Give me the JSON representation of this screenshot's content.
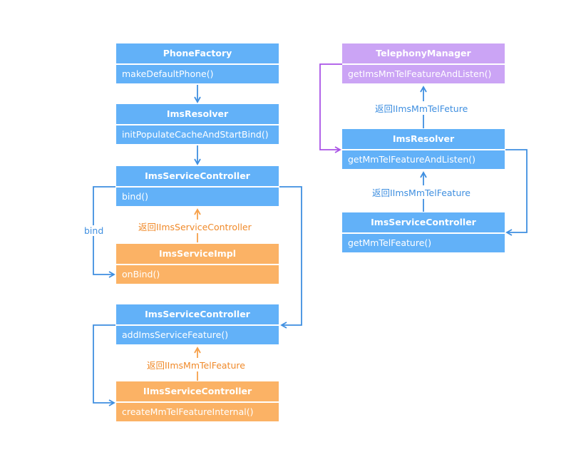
{
  "boxes": {
    "phone_factory": {
      "title": "PhoneFactory",
      "method": "makeDefaultPhone()"
    },
    "ims_resolver_left": {
      "title": "ImsResolver",
      "method": "initPopulateCacheAndStartBind()"
    },
    "ims_service_controller_1": {
      "title": "ImsServiceController",
      "method": "bind()"
    },
    "ims_service_impl": {
      "title": "ImsServiceImpl",
      "method": "onBind()"
    },
    "ims_service_controller_2": {
      "title": "ImsServiceController",
      "method": "addImsServiceFeature()"
    },
    "iims_service_controller": {
      "title": "IImsServiceController",
      "method": "createMmTelFeatureInternal()"
    },
    "telephony_manager": {
      "title": "TelephonyManager",
      "method": "getImsMmTelFeatureAndListen()"
    },
    "ims_resolver_right": {
      "title": "ImsResolver",
      "method": "getMmTelFeatureAndListen()"
    },
    "ims_service_controller_right": {
      "title": "ImsServiceController",
      "method": "getMmTelFeature()"
    }
  },
  "labels": {
    "bind": "bind",
    "return_iims_service_controller": "返回IImsServiceController",
    "return_iims_mmtel_feature_left": "返回IImsMmTelFeature",
    "return_iims_mmtel_feture_right": "返回IImsMmTelFeture",
    "return_iims_mmtel_feature_right": "返回IImsMmTelFeature"
  },
  "colors": {
    "blue": "#62b1f8",
    "orange": "#fbb265",
    "purple": "#cba4f5",
    "blue_line": "#3f8fe0",
    "orange_line": "#f6a04a",
    "purple_line": "#a953e6"
  }
}
